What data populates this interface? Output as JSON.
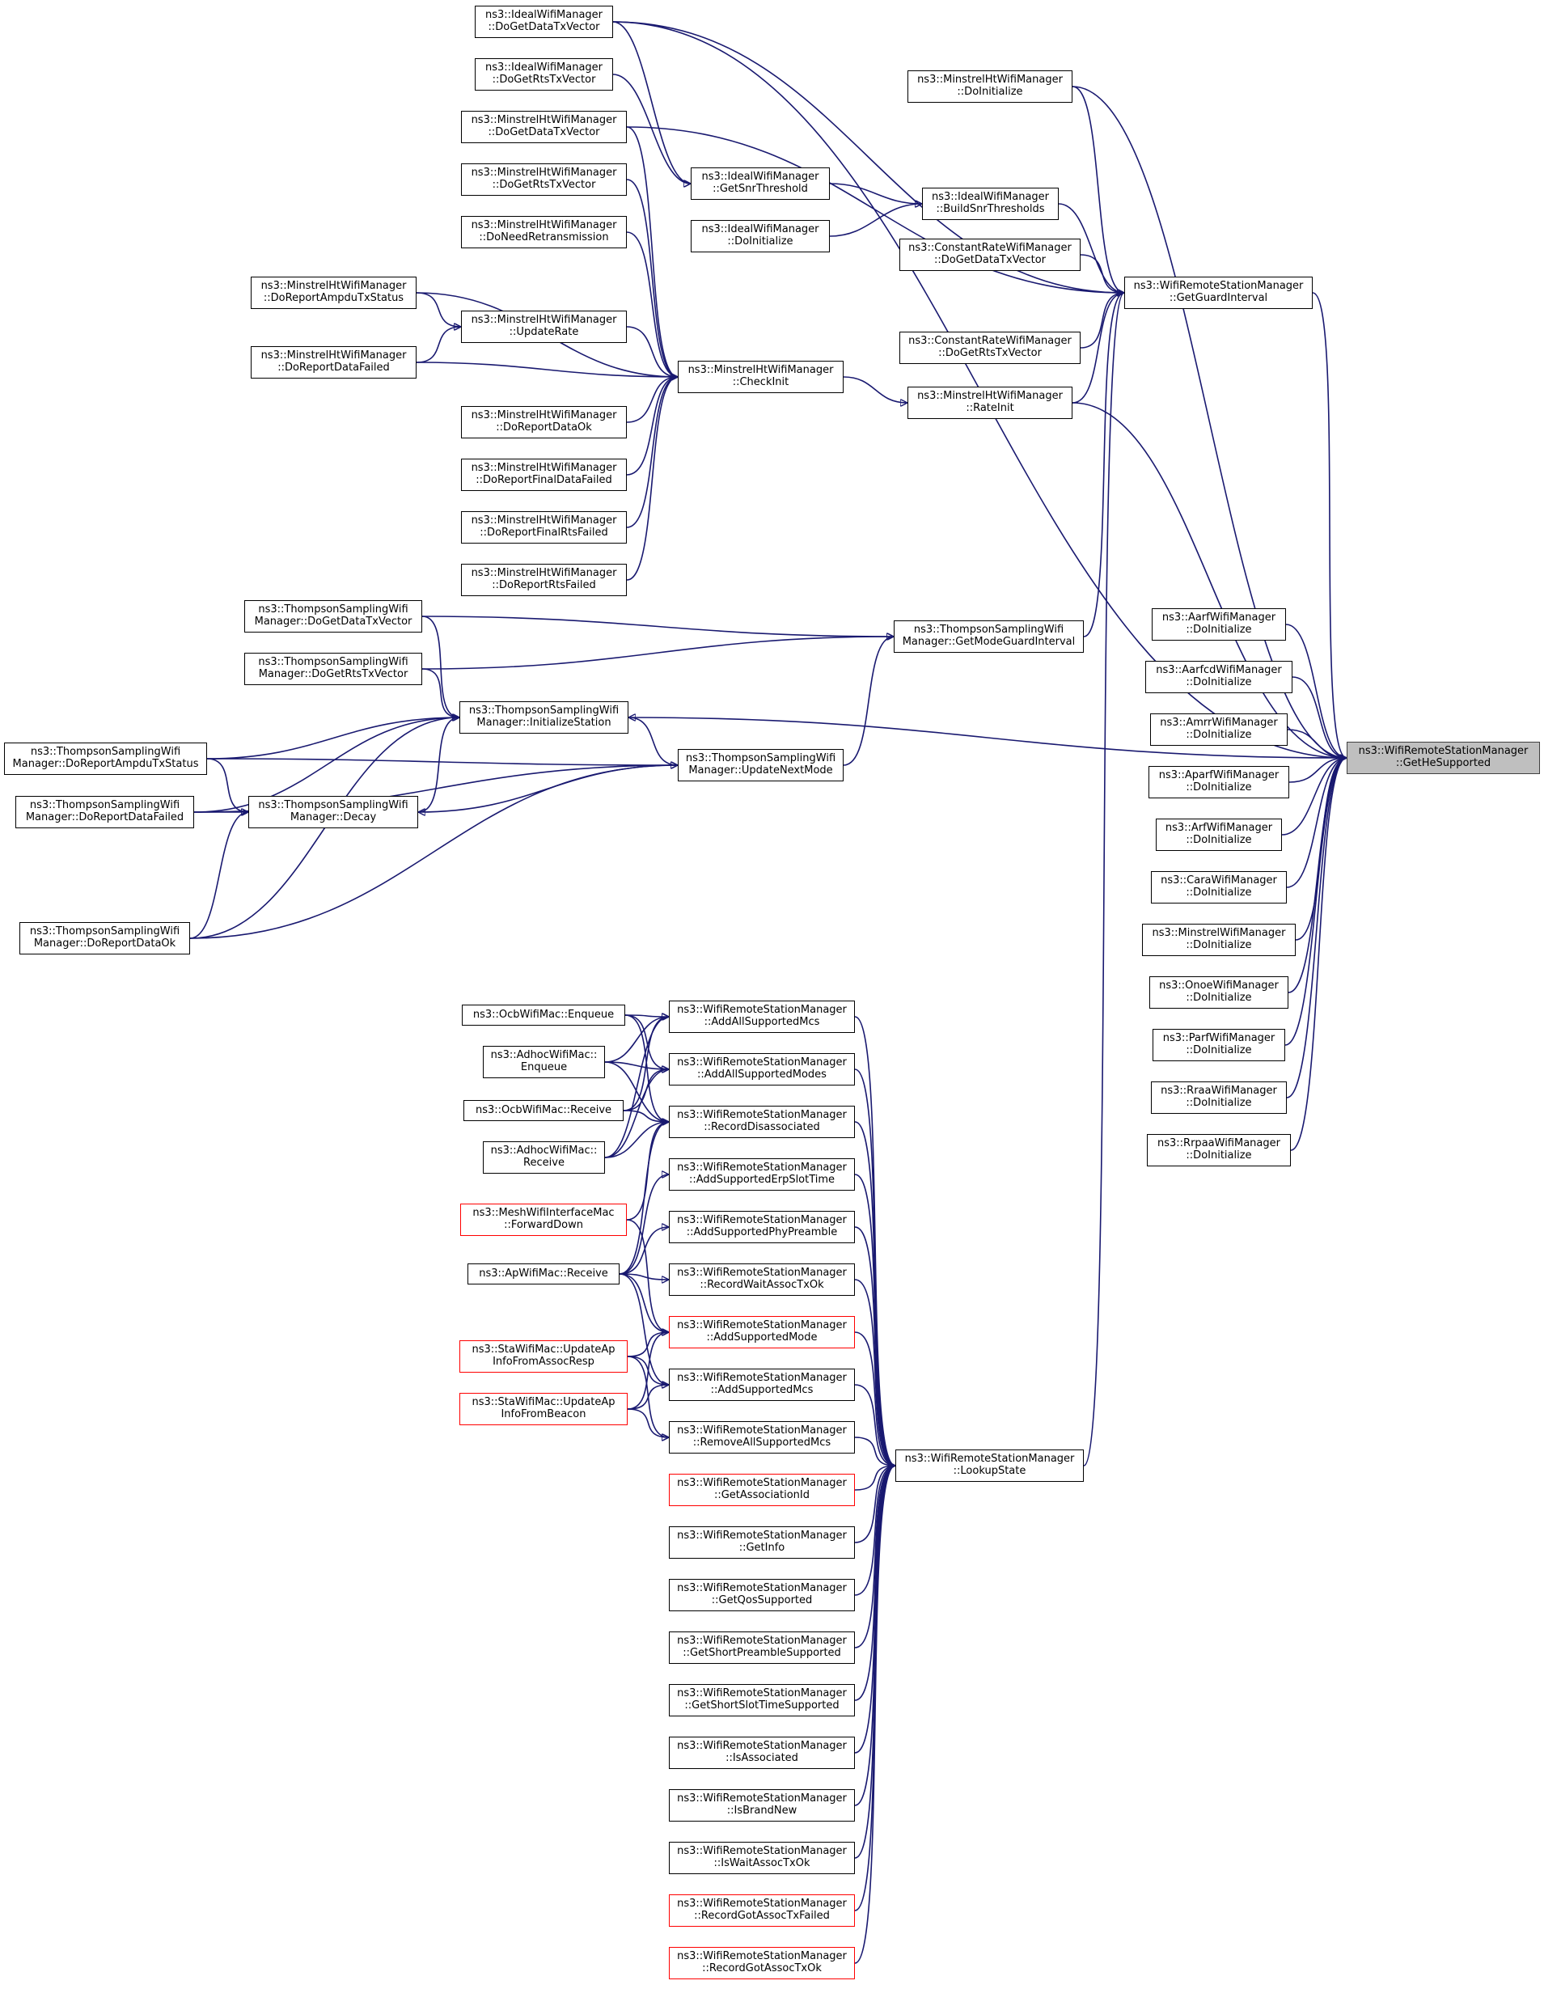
{
  "colors": {
    "edge": "#191970",
    "border": "#000000",
    "border_truncated": "#ff0000",
    "focus_fill": "#bfbfbf"
  },
  "nodes": {
    "ideal_dodatatx": [
      "ns3::IdealWifiManager",
      "::DoGetDataTxVector"
    ],
    "ideal_dortstx": [
      "ns3::IdealWifiManager",
      "::DoGetRtsTxVector"
    ],
    "mht_dodatatx": [
      "ns3::MinstrelHtWifiManager",
      "::DoGetDataTxVector"
    ],
    "mht_dortstx": [
      "ns3::MinstrelHtWifiManager",
      "::DoGetRtsTxVector"
    ],
    "mht_doneedretrans": [
      "ns3::MinstrelHtWifiManager",
      "::DoNeedRetransmission"
    ],
    "mht_doreportampdu": [
      "ns3::MinstrelHtWifiManager",
      "::DoReportAmpduTxStatus"
    ],
    "mht_updaterate": [
      "ns3::MinstrelHtWifiManager",
      "::UpdateRate"
    ],
    "mht_doreportdatafailed": [
      "ns3::MinstrelHtWifiManager",
      "::DoReportDataFailed"
    ],
    "mht_checkinit": [
      "ns3::MinstrelHtWifiManager",
      "::CheckInit"
    ],
    "mht_doreportdataok": [
      "ns3::MinstrelHtWifiManager",
      "::DoReportDataOk"
    ],
    "mht_doreportfinaldatafailed": [
      "ns3::MinstrelHtWifiManager",
      "::DoReportFinalDataFailed"
    ],
    "mht_doreportfinalrtsfailed": [
      "ns3::MinstrelHtWifiManager",
      "::DoReportFinalRtsFailed"
    ],
    "mht_doreportrtsfailed": [
      "ns3::MinstrelHtWifiManager",
      "::DoReportRtsFailed"
    ],
    "ideal_getsnr": [
      "ns3::IdealWifiManager",
      "::GetSnrThreshold"
    ],
    "ideal_doinit": [
      "ns3::IdealWifiManager",
      "::DoInitialize"
    ],
    "ideal_buildsnr": [
      "ns3::IdealWifiManager",
      "::BuildSnrThresholds"
    ],
    "mht_doinit": [
      "ns3::MinstrelHtWifiManager",
      "::DoInitialize"
    ],
    "cr_dodatatx": [
      "ns3::ConstantRateWifiManager",
      "::DoGetDataTxVector"
    ],
    "cr_dortstx": [
      "ns3::ConstantRateWifiManager",
      "::DoGetRtsTxVector"
    ],
    "wrsm_getguard": [
      "ns3::WifiRemoteStationManager",
      "::GetGuardInterval"
    ],
    "mht_rateinit": [
      "ns3::MinstrelHtWifiManager",
      "::RateInit"
    ],
    "ts_dodatatx": [
      "ns3::ThompsonSamplingWifi",
      "Manager::DoGetDataTxVector"
    ],
    "ts_dortstx": [
      "ns3::ThompsonSamplingWifi",
      "Manager::DoGetRtsTxVector"
    ],
    "ts_getmodeguard": [
      "ns3::ThompsonSamplingWifi",
      "Manager::GetModeGuardInterval"
    ],
    "ts_initstation": [
      "ns3::ThompsonSamplingWifi",
      "Manager::InitializeStation"
    ],
    "ts_doreportampdu": [
      "ns3::ThompsonSamplingWifi",
      "Manager::DoReportAmpduTxStatus"
    ],
    "ts_updatenext": [
      "ns3::ThompsonSamplingWifi",
      "Manager::UpdateNextMode"
    ],
    "ts_doreportdatafailed": [
      "ns3::ThompsonSamplingWifi",
      "Manager::DoReportDataFailed"
    ],
    "ts_decay": [
      "ns3::ThompsonSamplingWifi",
      "Manager::Decay"
    ],
    "ts_doreportdataok": [
      "ns3::ThompsonSamplingWifi",
      "Manager::DoReportDataOk"
    ],
    "aarf_doinit": [
      "ns3::AarfWifiManager",
      "::DoInitialize"
    ],
    "aarfcd_doinit": [
      "ns3::AarfcdWifiManager",
      "::DoInitialize"
    ],
    "amrr_doinit": [
      "ns3::AmrrWifiManager",
      "::DoInitialize"
    ],
    "aparf_doinit": [
      "ns3::AparfWifiManager",
      "::DoInitialize"
    ],
    "arf_doinit": [
      "ns3::ArfWifiManager",
      "::DoInitialize"
    ],
    "cara_doinit": [
      "ns3::CaraWifiManager",
      "::DoInitialize"
    ],
    "minstrel_doinit": [
      "ns3::MinstrelWifiManager",
      "::DoInitialize"
    ],
    "onoe_doinit": [
      "ns3::OnoeWifiManager",
      "::DoInitialize"
    ],
    "parf_doinit": [
      "ns3::ParfWifiManager",
      "::DoInitialize"
    ],
    "rraa_doinit": [
      "ns3::RraaWifiManager",
      "::DoInitialize"
    ],
    "rrpaa_doinit": [
      "ns3::RrpaaWifiManager",
      "::DoInitialize"
    ],
    "wrsm_gethe": [
      "ns3::WifiRemoteStationManager",
      "::GetHeSupported"
    ],
    "ocb_enqueue": [
      "ns3::OcbWifiMac::Enqueue"
    ],
    "adhoc_enqueue": [
      "ns3::AdhocWifiMac::",
      "Enqueue"
    ],
    "ocb_receive": [
      "ns3::OcbWifiMac::Receive"
    ],
    "adhoc_receive": [
      "ns3::AdhocWifiMac::",
      "Receive"
    ],
    "mesh_forwarddown": [
      "ns3::MeshWifiInterfaceMac",
      "::ForwardDown"
    ],
    "ap_receive": [
      "ns3::ApWifiMac::Receive"
    ],
    "sta_updateassoc": [
      "ns3::StaWifiMac::UpdateAp",
      "InfoFromAssocResp"
    ],
    "sta_updatebeacon": [
      "ns3::StaWifiMac::UpdateAp",
      "InfoFromBeacon"
    ],
    "wrsm_addallmcs": [
      "ns3::WifiRemoteStationManager",
      "::AddAllSupportedMcs"
    ],
    "wrsm_addallmodes": [
      "ns3::WifiRemoteStationManager",
      "::AddAllSupportedModes"
    ],
    "wrsm_recorddisassoc": [
      "ns3::WifiRemoteStationManager",
      "::RecordDisassociated"
    ],
    "wrsm_adderp": [
      "ns3::WifiRemoteStationManager",
      "::AddSupportedErpSlotTime"
    ],
    "wrsm_addphypre": [
      "ns3::WifiRemoteStationManager",
      "::AddSupportedPhyPreamble"
    ],
    "wrsm_recordwait": [
      "ns3::WifiRemoteStationManager",
      "::RecordWaitAssocTxOk"
    ],
    "wrsm_addmode": [
      "ns3::WifiRemoteStationManager",
      "::AddSupportedMode"
    ],
    "wrsm_addmcs": [
      "ns3::WifiRemoteStationManager",
      "::AddSupportedMcs"
    ],
    "wrsm_removeallmcs": [
      "ns3::WifiRemoteStationManager",
      "::RemoveAllSupportedMcs"
    ],
    "wrsm_lookup": [
      "ns3::WifiRemoteStationManager",
      "::LookupState"
    ],
    "wrsm_getassocid": [
      "ns3::WifiRemoteStationManager",
      "::GetAssociationId"
    ],
    "wrsm_getinfo": [
      "ns3::WifiRemoteStationManager",
      "::GetInfo"
    ],
    "wrsm_getqos": [
      "ns3::WifiRemoteStationManager",
      "::GetQosSupported"
    ],
    "wrsm_getshortpre": [
      "ns3::WifiRemoteStationManager",
      "::GetShortPreambleSupported"
    ],
    "wrsm_getshortslot": [
      "ns3::WifiRemoteStationManager",
      "::GetShortSlotTimeSupported"
    ],
    "wrsm_isassoc": [
      "ns3::WifiRemoteStationManager",
      "::IsAssociated"
    ],
    "wrsm_isbrandnew": [
      "ns3::WifiRemoteStationManager",
      "::IsBrandNew"
    ],
    "wrsm_iswait": [
      "ns3::WifiRemoteStationManager",
      "::IsWaitAssocTxOk"
    ],
    "wrsm_recordgotfailed": [
      "ns3::WifiRemoteStationManager",
      "::RecordGotAssocTxFailed"
    ],
    "wrsm_recordgotok": [
      "ns3::WifiRemoteStationManager",
      "::RecordGotAssocTxOk"
    ]
  },
  "truncated_nodes": [
    "mesh_forwarddown",
    "sta_updateassoc",
    "sta_updatebeacon",
    "wrsm_addmode",
    "wrsm_getassocid",
    "wrsm_recordgotfailed",
    "wrsm_recordgotok"
  ],
  "focus_node": "wrsm_gethe",
  "edges": [
    [
      "ideal_dodatatx",
      "ideal_getsnr"
    ],
    [
      "ideal_dodatatx",
      "wrsm_getguard"
    ],
    [
      "ideal_dodatatx",
      "wrsm_gethe"
    ],
    [
      "ideal_dortstx",
      "ideal_getsnr"
    ],
    [
      "mht_dodatatx",
      "mht_checkinit"
    ],
    [
      "mht_dodatatx",
      "wrsm_getguard"
    ],
    [
      "mht_dortstx",
      "mht_checkinit"
    ],
    [
      "mht_doneedretrans",
      "mht_checkinit"
    ],
    [
      "mht_doreportampdu",
      "mht_updaterate"
    ],
    [
      "mht_doreportampdu",
      "mht_checkinit"
    ],
    [
      "mht_doreportdatafailed",
      "mht_updaterate"
    ],
    [
      "mht_doreportdatafailed",
      "mht_checkinit"
    ],
    [
      "mht_updaterate",
      "mht_checkinit"
    ],
    [
      "mht_doreportdataok",
      "mht_checkinit"
    ],
    [
      "mht_doreportfinaldatafailed",
      "mht_checkinit"
    ],
    [
      "mht_doreportfinalrtsfailed",
      "mht_checkinit"
    ],
    [
      "mht_doreportrtsfailed",
      "mht_checkinit"
    ],
    [
      "mht_checkinit",
      "mht_rateinit"
    ],
    [
      "ideal_getsnr",
      "ideal_buildsnr"
    ],
    [
      "ideal_doinit",
      "ideal_buildsnr"
    ],
    [
      "ideal_buildsnr",
      "wrsm_getguard"
    ],
    [
      "mht_doinit",
      "wrsm_getguard"
    ],
    [
      "mht_doinit",
      "wrsm_gethe"
    ],
    [
      "cr_dodatatx",
      "wrsm_getguard"
    ],
    [
      "cr_dortstx",
      "wrsm_getguard"
    ],
    [
      "mht_rateinit",
      "wrsm_getguard"
    ],
    [
      "mht_rateinit",
      "wrsm_gethe"
    ],
    [
      "wrsm_getguard",
      "wrsm_gethe"
    ],
    [
      "ts_getmodeguard",
      "wrsm_getguard"
    ],
    [
      "wrsm_lookup",
      "wrsm_getguard"
    ],
    [
      "ts_dodatatx",
      "ts_getmodeguard"
    ],
    [
      "ts_dortstx",
      "ts_getmodeguard"
    ],
    [
      "ts_dodatatx",
      "ts_initstation"
    ],
    [
      "ts_dortstx",
      "ts_initstation"
    ],
    [
      "ts_updatenext",
      "ts_getmodeguard"
    ],
    [
      "ts_initstation",
      "wrsm_gethe"
    ],
    [
      "ts_doreportampdu",
      "ts_initstation"
    ],
    [
      "ts_doreportampdu",
      "ts_updatenext"
    ],
    [
      "ts_doreportampdu",
      "ts_decay"
    ],
    [
      "ts_doreportdatafailed",
      "ts_initstation"
    ],
    [
      "ts_doreportdatafailed",
      "ts_decay"
    ],
    [
      "ts_doreportdatafailed",
      "ts_updatenext"
    ],
    [
      "ts_doreportdataok",
      "ts_decay"
    ],
    [
      "ts_doreportdataok",
      "ts_initstation"
    ],
    [
      "ts_doreportdataok",
      "ts_updatenext"
    ],
    [
      "ts_decay",
      "ts_initstation"
    ],
    [
      "ts_updatenext",
      "ts_decay"
    ],
    [
      "ts_updatenext",
      "ts_initstation"
    ],
    [
      "aarf_doinit",
      "wrsm_gethe"
    ],
    [
      "aarfcd_doinit",
      "wrsm_gethe"
    ],
    [
      "amrr_doinit",
      "wrsm_gethe"
    ],
    [
      "aparf_doinit",
      "wrsm_gethe"
    ],
    [
      "arf_doinit",
      "wrsm_gethe"
    ],
    [
      "cara_doinit",
      "wrsm_gethe"
    ],
    [
      "minstrel_doinit",
      "wrsm_gethe"
    ],
    [
      "onoe_doinit",
      "wrsm_gethe"
    ],
    [
      "parf_doinit",
      "wrsm_gethe"
    ],
    [
      "rraa_doinit",
      "wrsm_gethe"
    ],
    [
      "rrpaa_doinit",
      "wrsm_gethe"
    ],
    [
      "ocb_enqueue",
      "wrsm_addallmcs"
    ],
    [
      "ocb_enqueue",
      "wrsm_addallmodes"
    ],
    [
      "ocb_enqueue",
      "wrsm_recorddisassoc"
    ],
    [
      "adhoc_enqueue",
      "wrsm_addallmcs"
    ],
    [
      "adhoc_enqueue",
      "wrsm_addallmodes"
    ],
    [
      "adhoc_enqueue",
      "wrsm_recorddisassoc"
    ],
    [
      "ocb_receive",
      "wrsm_addallmcs"
    ],
    [
      "ocb_receive",
      "wrsm_addallmodes"
    ],
    [
      "ocb_receive",
      "wrsm_recorddisassoc"
    ],
    [
      "adhoc_receive",
      "wrsm_addallmcs"
    ],
    [
      "adhoc_receive",
      "wrsm_addallmodes"
    ],
    [
      "adhoc_receive",
      "wrsm_recorddisassoc"
    ],
    [
      "mesh_forwarddown",
      "wrsm_recorddisassoc"
    ],
    [
      "mesh_forwarddown",
      "wrsm_addmode"
    ],
    [
      "ap_receive",
      "wrsm_recorddisassoc"
    ],
    [
      "ap_receive",
      "wrsm_adderp"
    ],
    [
      "ap_receive",
      "wrsm_addphypre"
    ],
    [
      "ap_receive",
      "wrsm_recordwait"
    ],
    [
      "ap_receive",
      "wrsm_addmode"
    ],
    [
      "ap_receive",
      "wrsm_addmcs"
    ],
    [
      "sta_updateassoc",
      "wrsm_addmode"
    ],
    [
      "sta_updateassoc",
      "wrsm_addmcs"
    ],
    [
      "sta_updateassoc",
      "wrsm_removeallmcs"
    ],
    [
      "sta_updatebeacon",
      "wrsm_addmode"
    ],
    [
      "sta_updatebeacon",
      "wrsm_addmcs"
    ],
    [
      "sta_updatebeacon",
      "wrsm_removeallmcs"
    ],
    [
      "wrsm_addallmcs",
      "wrsm_lookup"
    ],
    [
      "wrsm_addallmodes",
      "wrsm_lookup"
    ],
    [
      "wrsm_recorddisassoc",
      "wrsm_lookup"
    ],
    [
      "wrsm_adderp",
      "wrsm_lookup"
    ],
    [
      "wrsm_addphypre",
      "wrsm_lookup"
    ],
    [
      "wrsm_recordwait",
      "wrsm_lookup"
    ],
    [
      "wrsm_addmode",
      "wrsm_lookup"
    ],
    [
      "wrsm_addmcs",
      "wrsm_lookup"
    ],
    [
      "wrsm_removeallmcs",
      "wrsm_lookup"
    ],
    [
      "wrsm_getassocid",
      "wrsm_lookup"
    ],
    [
      "wrsm_getinfo",
      "wrsm_lookup"
    ],
    [
      "wrsm_getqos",
      "wrsm_lookup"
    ],
    [
      "wrsm_getshortpre",
      "wrsm_lookup"
    ],
    [
      "wrsm_getshortslot",
      "wrsm_lookup"
    ],
    [
      "wrsm_isassoc",
      "wrsm_lookup"
    ],
    [
      "wrsm_isbrandnew",
      "wrsm_lookup"
    ],
    [
      "wrsm_iswait",
      "wrsm_lookup"
    ],
    [
      "wrsm_recordgotfailed",
      "wrsm_lookup"
    ],
    [
      "wrsm_recordgotok",
      "wrsm_lookup"
    ]
  ]
}
